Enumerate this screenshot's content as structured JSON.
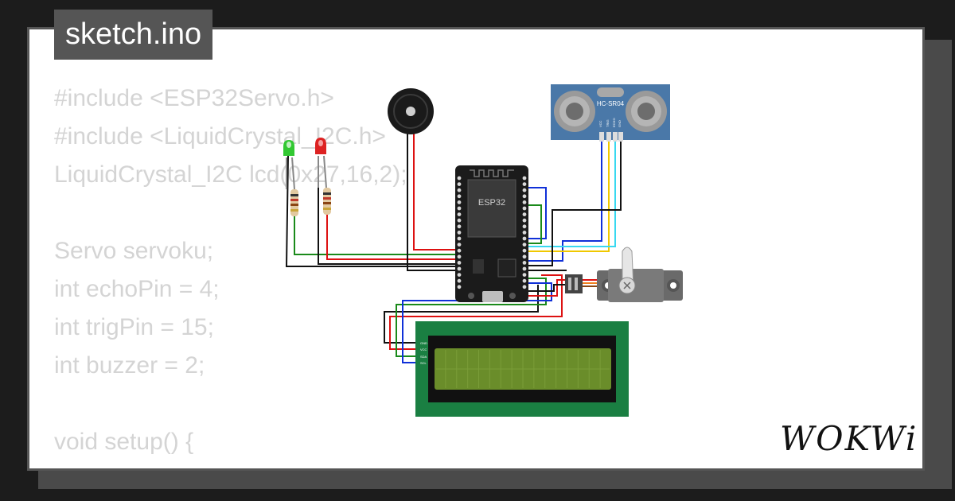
{
  "filename": "sketch.ino",
  "code_lines": [
    "#include <ESP32Servo.h>",
    "#include <LiquidCrystal_I2C.h>",
    "LiquidCrystal_I2C lcd(0x27,16,2);",
    "",
    "Servo servoku;",
    "int echoPin = 4;",
    "int trigPin = 15;",
    "int buzzer = 2;",
    "",
    "void setup() {"
  ],
  "components": {
    "esp32_label": "ESP32",
    "sensor_label": "HC-SR04",
    "sensor_pins": [
      "VCC",
      "TRIG",
      "ECHO",
      "GND"
    ],
    "lcd_pins": [
      "GND",
      "VCC",
      "SDA",
      "SCL"
    ]
  },
  "brand": "WOKWi",
  "colors": {
    "wire_red": "#dd1111",
    "wire_green": "#1a8a1a",
    "wire_blue": "#1030d8",
    "wire_black": "#111111",
    "wire_yellow": "#f0c800",
    "wire_cyan": "#38d8f0",
    "lcd_board": "#1a7f42",
    "lcd_screen": "#6a8d2a",
    "sensor_board": "#4a78a8"
  }
}
